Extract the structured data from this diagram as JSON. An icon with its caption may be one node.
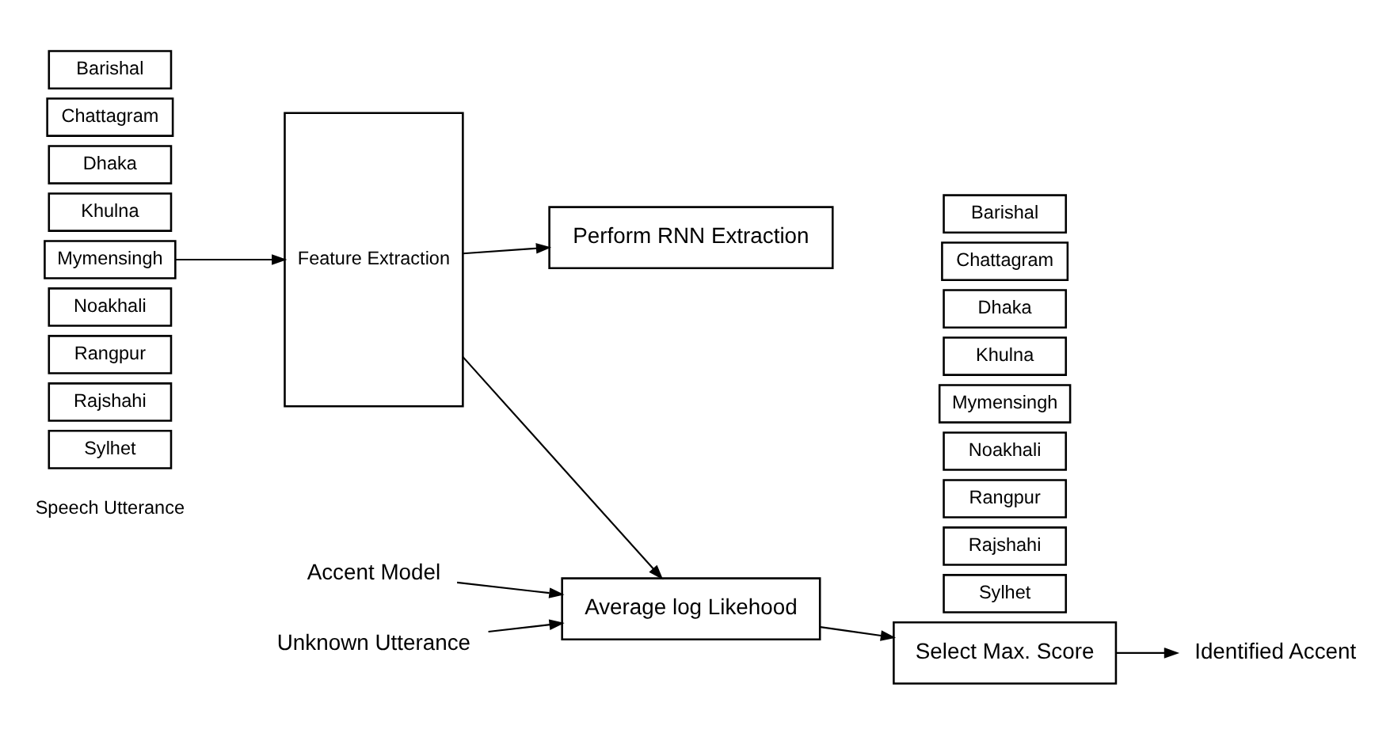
{
  "diagram": {
    "nodes": [
      {
        "text": [
          "Barishal"
        ]
      },
      {
        "text": [
          "Chattagram"
        ]
      },
      {
        "text": [
          "Dhaka"
        ]
      },
      {
        "text": [
          "Khulna"
        ]
      },
      {
        "text": [
          "Mymensingh"
        ]
      },
      {
        "text": [
          "Noakhali"
        ]
      },
      {
        "text": [
          "Rangpur"
        ]
      },
      {
        "text": [
          "Rajshahi"
        ]
      },
      {
        "text": [
          "Sylhet"
        ]
      },
      {
        "text": [
          "Feature Extraction"
        ]
      },
      {
        "text": [
          "Perform RNN Extraction"
        ]
      },
      {
        "text": [
          "Barishal"
        ]
      },
      {
        "text": [
          "Chattagram"
        ]
      },
      {
        "text": [
          "Dhaka"
        ]
      },
      {
        "text": [
          "Khulna"
        ]
      },
      {
        "text": [
          "Mymensingh"
        ]
      },
      {
        "text": [
          "Noakhali"
        ]
      },
      {
        "text": [
          "Rangpur"
        ]
      },
      {
        "text": [
          "Rajshahi"
        ]
      },
      {
        "text": [
          "Sylhet"
        ]
      },
      {
        "text": [
          "Accent Model"
        ]
      },
      {
        "text": [
          "Unknown Utterance"
        ]
      },
      {
        "text": [
          "Average log Likehood"
        ]
      },
      {
        "text": [
          "Select Max. Score"
        ]
      },
      {
        "text": [
          "Identified Accent"
        ]
      }
    ],
    "edges": [
      {
        "from": 4,
        "to": 9,
        "arrow": "to"
      },
      {
        "from": 9,
        "to": 10,
        "arrow": "to"
      },
      {
        "from": 9,
        "to": 22,
        "arrow": "to"
      },
      {
        "from": 20,
        "to": 22,
        "arrow": "to"
      },
      {
        "from": 21,
        "to": 22,
        "arrow": "to"
      },
      {
        "from": 22,
        "to": 23,
        "arrow": "to"
      },
      {
        "from": 23,
        "to": 24,
        "arrow": "to"
      }
    ],
    "labels": [
      "Speech Utterance"
    ]
  }
}
